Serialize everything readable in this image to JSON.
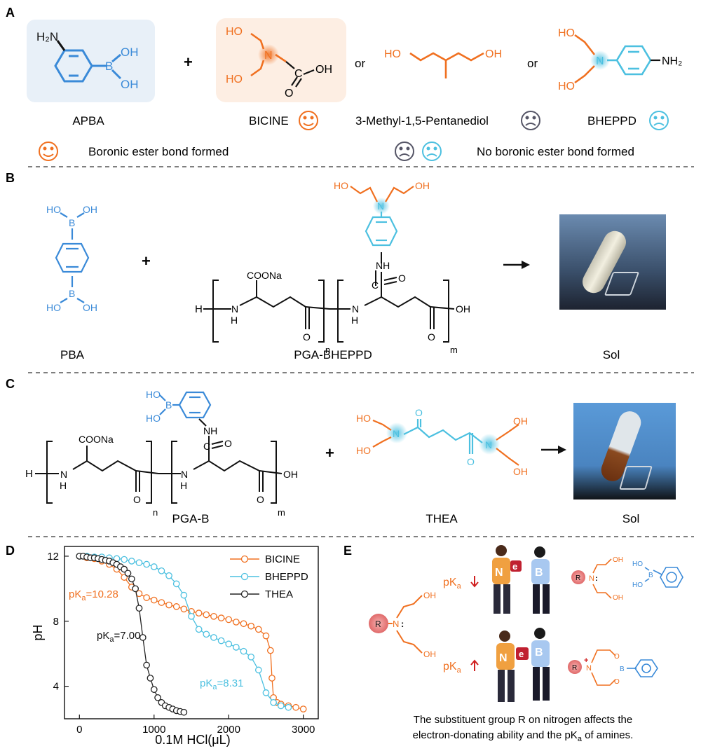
{
  "panels": {
    "A": {
      "letter": "A",
      "plus": "+",
      "or1": "or",
      "or2": "or",
      "apba": {
        "name": "APBA",
        "amine": "H₂N",
        "oh1": "OH",
        "oh2": "OH",
        "boron": "B"
      },
      "bicine": {
        "name": "BICINE",
        "ho1": "HO",
        "ho2": "HO",
        "n": "N",
        "oh": "OH",
        "o": "O",
        "c": "C"
      },
      "mpd": {
        "name": "3-Methyl-1,5-Pentanediol",
        "ho": "HO",
        "oh": "OH"
      },
      "bheppd": {
        "name": "BHEPPD",
        "ho1": "HO",
        "ho2": "HO",
        "n": "N",
        "nh2": "NH₂"
      },
      "legend_good": "Boronic ester bond formed",
      "legend_bad": "No boronic ester bond formed"
    },
    "B": {
      "letter": "B",
      "plus": "+",
      "pba": {
        "name": "PBA",
        "ho_top": "HO",
        "oh_top": "OH",
        "b_top": "B",
        "ho_bot": "HO",
        "oh_bot": "OH",
        "b_bot": "B"
      },
      "polymer": {
        "name": "PGA-BHEPPD",
        "h": "H",
        "n1": "N",
        "h1": "H",
        "coona": "COONa",
        "o1": "O",
        "n_sub": "n",
        "n2": "N",
        "h2": "H",
        "nh": "NH",
        "o_amide": "O",
        "c_amide": "C",
        "o2": "O",
        "m_sub": "m",
        "oh": "OH",
        "ho_a": "HO",
        "oh_a": "OH",
        "n_top": "N"
      },
      "product": "Sol"
    },
    "C": {
      "letter": "C",
      "plus": "+",
      "polymer": {
        "name": "PGA-B",
        "h": "H",
        "n1": "N",
        "h1": "H",
        "coona": "COONa",
        "o1": "O",
        "n_sub": "n",
        "n2": "N",
        "h2": "H",
        "nh": "NH",
        "o_amide": "O",
        "c_amide": "C",
        "o2": "O",
        "m_sub": "m",
        "oh": "OH",
        "ho1": "HO",
        "ho2": "HO",
        "b": "B"
      },
      "thea": {
        "name": "THEA",
        "ho1": "HO",
        "ho2": "HO",
        "oh1": "OH",
        "oh2": "OH",
        "n1": "N",
        "n2": "N",
        "o1": "O",
        "o2": "O"
      },
      "product": "Sol"
    },
    "D": {
      "letter": "D"
    },
    "E": {
      "letter": "E",
      "pka_down": "pK",
      "pka_up": "pK",
      "sub_a": "a",
      "r": "R",
      "n": "N",
      "oh": "OH",
      "ho": "HO",
      "b": "B",
      "o": "O",
      "e": "e",
      "caption_line1": "The substituent group R on nitrogen affects the",
      "caption_line2": "electron-donating ability and the pK",
      "caption_line2_sub": "a",
      "caption_line2_end": " of amines."
    }
  },
  "colors": {
    "orange": "#f07020",
    "blue": "#3a8ad8",
    "cyan": "#4cc0e0",
    "black": "#111111",
    "gray": "#555566"
  },
  "chart_data": {
    "type": "scatter",
    "xlabel": "0.1M HCl(μL)",
    "ylabel": "pH",
    "xlim": [
      -200,
      3200
    ],
    "ylim": [
      2,
      12.6
    ],
    "xticks": [
      0,
      1000,
      2000,
      3000
    ],
    "yticks": [
      4,
      8,
      12
    ],
    "legend_position": "top-right",
    "series": [
      {
        "name": "BICINE",
        "color": "#f07020",
        "x": [
          0,
          100,
          200,
          300,
          400,
          500,
          600,
          700,
          800,
          900,
          1000,
          1100,
          1200,
          1300,
          1400,
          1500,
          1600,
          1700,
          1800,
          1900,
          2000,
          2100,
          2200,
          2300,
          2400,
          2500,
          2560,
          2580,
          2600,
          2650,
          2700,
          2800,
          2900,
          3000
        ],
        "y": [
          12.0,
          11.9,
          11.85,
          11.7,
          11.5,
          11.2,
          10.7,
          10.1,
          9.7,
          9.45,
          9.3,
          9.15,
          9.0,
          8.9,
          8.75,
          8.6,
          8.5,
          8.4,
          8.3,
          8.2,
          8.1,
          7.95,
          7.85,
          7.7,
          7.5,
          7.1,
          6.2,
          4.5,
          3.3,
          3.0,
          2.9,
          2.8,
          2.7,
          2.6
        ]
      },
      {
        "name": "BHEPPD",
        "color": "#4cc0e0",
        "x": [
          0,
          100,
          200,
          300,
          400,
          500,
          600,
          700,
          800,
          900,
          1000,
          1100,
          1200,
          1300,
          1400,
          1500,
          1600,
          1700,
          1800,
          1900,
          2000,
          2100,
          2200,
          2300,
          2400,
          2500,
          2600,
          2700,
          2800
        ],
        "y": [
          12.0,
          12.0,
          11.95,
          11.95,
          11.9,
          11.85,
          11.8,
          11.7,
          11.6,
          11.5,
          11.35,
          11.1,
          10.8,
          10.3,
          9.6,
          8.3,
          7.5,
          7.2,
          7.0,
          6.8,
          6.6,
          6.4,
          6.15,
          5.8,
          5.0,
          3.6,
          3.0,
          2.8,
          2.7
        ]
      },
      {
        "name": "THEA",
        "color": "#222222",
        "x": [
          0,
          50,
          100,
          150,
          200,
          250,
          300,
          350,
          400,
          450,
          500,
          550,
          600,
          650,
          700,
          750,
          800,
          850,
          900,
          950,
          1000,
          1050,
          1100,
          1150,
          1200,
          1250,
          1300,
          1350,
          1400
        ],
        "y": [
          12.0,
          12.0,
          11.95,
          11.9,
          11.9,
          11.85,
          11.8,
          11.75,
          11.7,
          11.6,
          11.5,
          11.35,
          11.2,
          10.95,
          10.6,
          10.0,
          8.8,
          7.0,
          5.3,
          4.5,
          3.8,
          3.3,
          3.0,
          2.8,
          2.7,
          2.6,
          2.5,
          2.45,
          2.4
        ]
      }
    ],
    "annotations": [
      {
        "main": "pK",
        "sub": "a",
        "val": "=10.28",
        "color": "#f07020"
      },
      {
        "main": "pK",
        "sub": "a",
        "val": "=7.00",
        "color": "#111111"
      },
      {
        "main": "pK",
        "sub": "a",
        "val": "=8.31",
        "color": "#4cc0e0"
      }
    ]
  }
}
